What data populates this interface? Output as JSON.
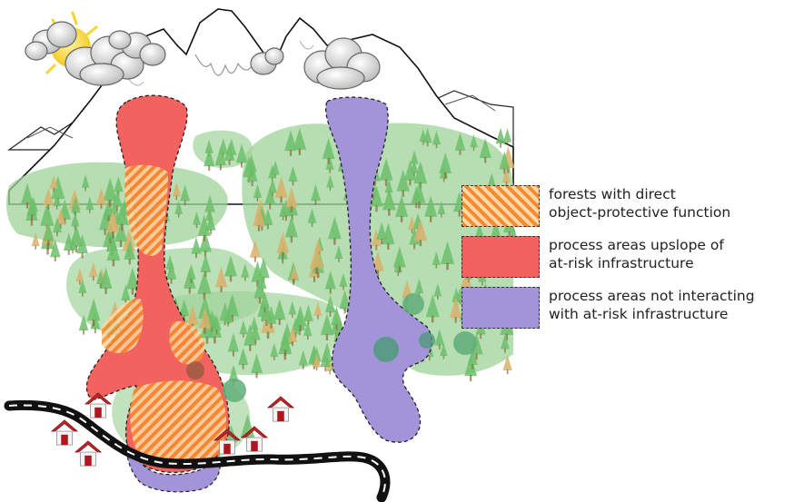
{
  "legend": [
    {
      "id": "forest-protective",
      "line1": "forests with direct",
      "line2": "object-protective function",
      "fill_colors": [
        "#f58a2e",
        "#ffd7a8"
      ]
    },
    {
      "id": "process-upslope",
      "line1": "process areas upslope of",
      "line2": "at-risk infrastructure",
      "fill_colors": [
        "#f2625e"
      ]
    },
    {
      "id": "process-not-interacting",
      "line1": "process areas not interacting",
      "line2": "with at-risk infrastructure",
      "fill_colors": [
        "#a393d8"
      ]
    }
  ],
  "colors": {
    "forest_zone": "#9fd39a",
    "tree": "#6dbf6b",
    "tree_autumn": "#d9b06a",
    "mountain_snow": "#ffffff",
    "road": "#111111",
    "house_roof": "#c0262c",
    "sun": "#f6d42f",
    "cloud": "#d8d8d8"
  }
}
